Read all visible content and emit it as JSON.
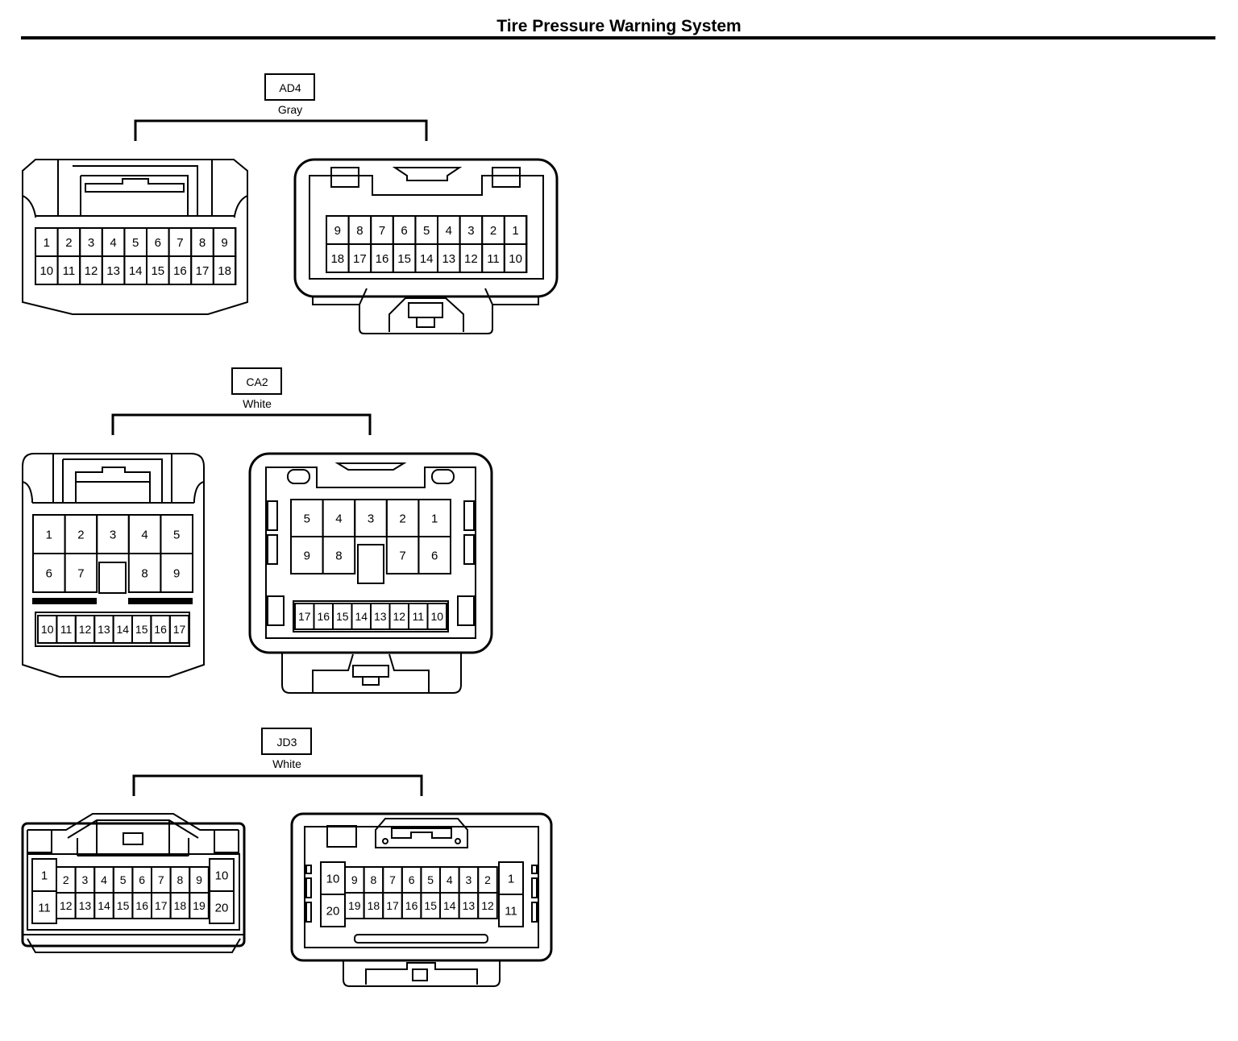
{
  "title": "Tire Pressure Warning System",
  "connectors": [
    {
      "id": "AD4",
      "color": "Gray",
      "left": {
        "rows": [
          [
            "1",
            "2",
            "3",
            "4",
            "5",
            "6",
            "7",
            "8",
            "9"
          ],
          [
            "10",
            "11",
            "12",
            "13",
            "14",
            "15",
            "16",
            "17",
            "18"
          ]
        ]
      },
      "right": {
        "rows": [
          [
            "9",
            "8",
            "7",
            "6",
            "5",
            "4",
            "3",
            "2",
            "1"
          ],
          [
            "18",
            "17",
            "16",
            "15",
            "14",
            "13",
            "12",
            "11",
            "10"
          ]
        ]
      }
    },
    {
      "id": "CA2",
      "color": "White",
      "left": {
        "big_rows": [
          [
            "1",
            "2",
            "3",
            "4",
            "5"
          ],
          [
            "6",
            "7",
            "",
            "8",
            "9"
          ]
        ],
        "small_row": [
          "10",
          "11",
          "12",
          "13",
          "14",
          "15",
          "16",
          "17"
        ]
      },
      "right": {
        "big_rows": [
          [
            "5",
            "4",
            "3",
            "2",
            "1"
          ],
          [
            "9",
            "8",
            "",
            "7",
            "6"
          ]
        ],
        "small_row": [
          "17",
          "16",
          "15",
          "14",
          "13",
          "12",
          "11",
          "10"
        ]
      }
    },
    {
      "id": "JD3",
      "color": "White",
      "left": {
        "end_left": [
          "1",
          "11"
        ],
        "rows": [
          [
            "2",
            "3",
            "4",
            "5",
            "6",
            "7",
            "8",
            "9"
          ],
          [
            "12",
            "13",
            "14",
            "15",
            "16",
            "17",
            "18",
            "19"
          ]
        ],
        "end_right": [
          "10",
          "20"
        ]
      },
      "right": {
        "end_left": [
          "10",
          "20"
        ],
        "rows": [
          [
            "9",
            "8",
            "7",
            "6",
            "5",
            "4",
            "3",
            "2"
          ],
          [
            "19",
            "18",
            "17",
            "16",
            "15",
            "14",
            "13",
            "12"
          ]
        ],
        "end_right": [
          "1",
          "11"
        ]
      }
    }
  ]
}
